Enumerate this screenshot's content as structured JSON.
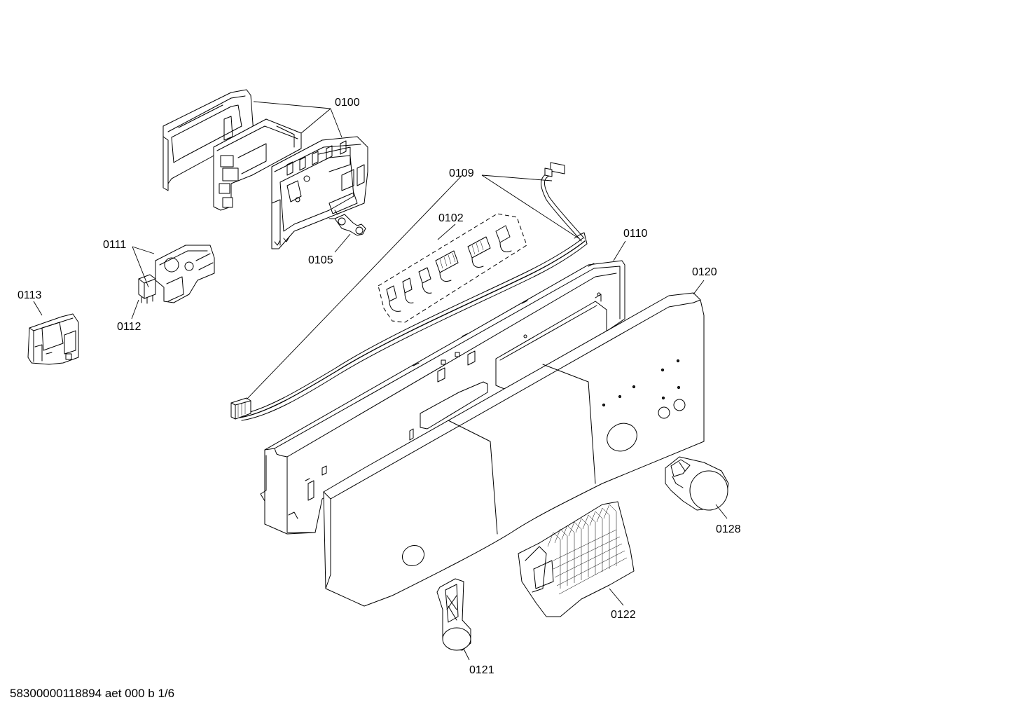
{
  "diagram": {
    "parts": [
      {
        "id": "p0100",
        "label": "0100"
      },
      {
        "id": "p0102",
        "label": "0102"
      },
      {
        "id": "p0105",
        "label": "0105"
      },
      {
        "id": "p0109",
        "label": "0109"
      },
      {
        "id": "p0110",
        "label": "0110"
      },
      {
        "id": "p0111",
        "label": "0111"
      },
      {
        "id": "p0112",
        "label": "0112"
      },
      {
        "id": "p0113",
        "label": "0113"
      },
      {
        "id": "p0120",
        "label": "0120"
      },
      {
        "id": "p0121",
        "label": "0121"
      },
      {
        "id": "p0122",
        "label": "0122"
      },
      {
        "id": "p0128",
        "label": "0128"
      }
    ]
  },
  "footer": {
    "document_code": "58300000118894 aet 000 b 1/6"
  }
}
